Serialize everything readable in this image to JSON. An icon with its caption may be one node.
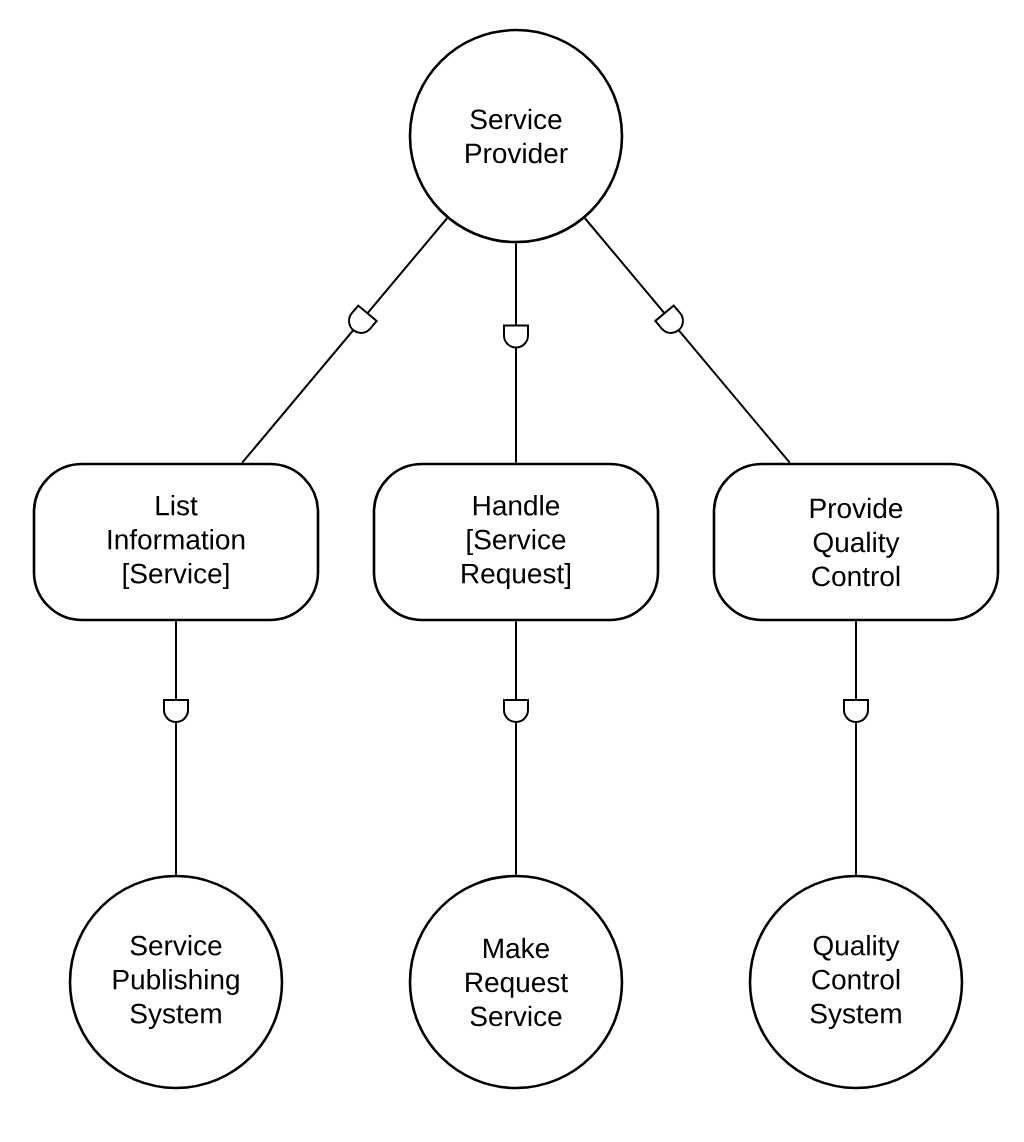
{
  "diagram": {
    "nodes": [
      {
        "text": [
          "Service Provider"
        ]
      },
      {
        "text": [
          "List Information [Service]"
        ]
      },
      {
        "text": [
          "Handle [Service Request]"
        ]
      },
      {
        "text": [
          "Provide Quality Control"
        ]
      },
      {
        "text": [
          "Service Publishing System"
        ]
      },
      {
        "text": [
          "Make Request Service"
        ]
      },
      {
        "text": [
          "Quality Control System"
        ]
      }
    ],
    "edges": [
      {
        "from": 0,
        "to": 1,
        "arrow": "none"
      },
      {
        "from": 0,
        "to": 2,
        "arrow": "none"
      },
      {
        "from": 0,
        "to": 3,
        "arrow": "none"
      },
      {
        "from": 1,
        "to": 4,
        "arrow": "none"
      },
      {
        "from": 2,
        "to": 5,
        "arrow": "none"
      },
      {
        "from": 3,
        "to": 6,
        "arrow": "none"
      }
    ]
  }
}
